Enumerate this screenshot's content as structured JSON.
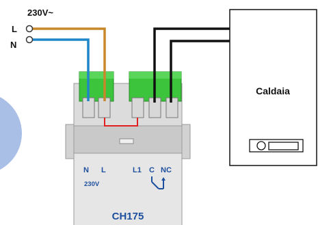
{
  "supply": {
    "voltage": "230V~",
    "terminal_l": "L",
    "terminal_n": "N"
  },
  "boiler": {
    "label": "Caldaia"
  },
  "device": {
    "model": "CH175",
    "terminal_n": "N",
    "terminal_l": "L",
    "voltage": "230V",
    "terminal_l1": "L1",
    "terminal_c": "C",
    "terminal_nc": "NC"
  },
  "colors": {
    "live_wire": "#c8872a",
    "neutral_wire": "#1f86c9",
    "contact_wire": "#111111",
    "terminal_block": "#3cc43c",
    "terminal_block_dark": "#248a24",
    "bridge_wire": "#e02020",
    "device_body": "#dcdcdc",
    "device_text": "#1d4f9e",
    "side_circle": "#a9bfe6"
  }
}
